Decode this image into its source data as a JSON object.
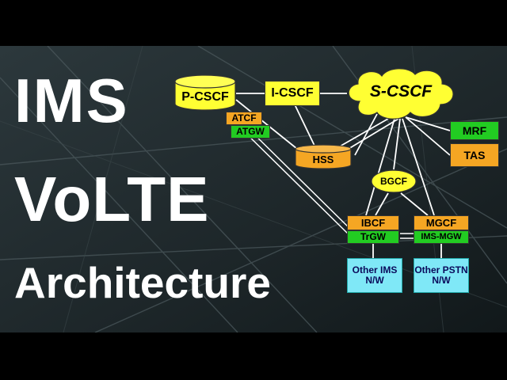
{
  "title": {
    "line1": "IMS",
    "line2": "VoLTE",
    "line3": "Architecture"
  },
  "nodes": {
    "pcscf": "P-CSCF",
    "icscf": "I-CSCF",
    "scscf": "S-CSCF",
    "atcf": "ATCF",
    "atgw": "ATGW",
    "hss": "HSS",
    "mrf": "MRF",
    "tas": "TAS",
    "bgcf": "BGCF",
    "ibcf": "IBCF",
    "trgw": "TrGW",
    "mgcf": "MGCF",
    "ims_mgw": "IMS-MGW",
    "other_ims": "Other IMS N/W",
    "other_pstn": "Other PSTN N/W"
  },
  "colors": {
    "background": "#000000",
    "band": "#1f2a2e",
    "yellow": "#ffff33",
    "orange": "#f5a623",
    "green": "#22cc22",
    "cyan": "#7fe8f7",
    "title_text": "#ffffff"
  }
}
